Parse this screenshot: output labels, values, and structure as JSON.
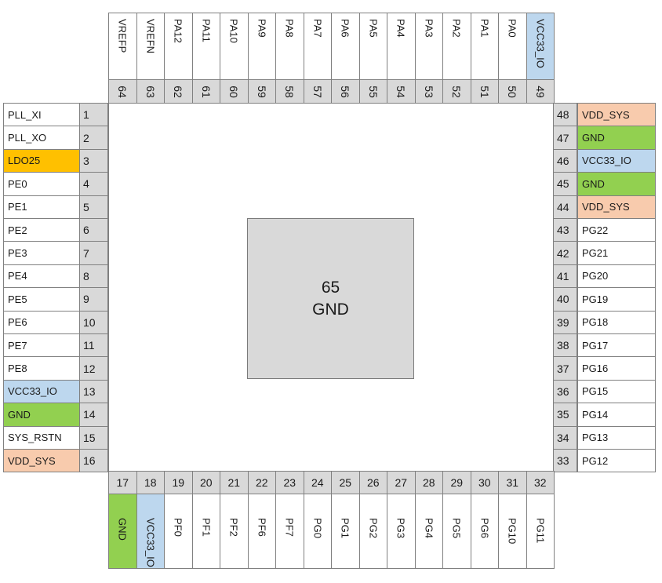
{
  "colors": {
    "gnd": "#92d050",
    "vcc33_io": "#bdd7ee",
    "vdd_sys": "#f8cbad",
    "ldo25": "#ffc000",
    "number_cell": "#d9d9d9",
    "pad": "#d9d9d9"
  },
  "center_pad": {
    "number": "65",
    "name": "GND"
  },
  "left_pins": [
    {
      "num": "1",
      "name": "PLL_XI",
      "kind": "none"
    },
    {
      "num": "2",
      "name": "PLL_XO",
      "kind": "none"
    },
    {
      "num": "3",
      "name": "LDO25",
      "kind": "ldo25"
    },
    {
      "num": "4",
      "name": "PE0",
      "kind": "none"
    },
    {
      "num": "5",
      "name": "PE1",
      "kind": "none"
    },
    {
      "num": "6",
      "name": "PE2",
      "kind": "none"
    },
    {
      "num": "7",
      "name": "PE3",
      "kind": "none"
    },
    {
      "num": "8",
      "name": "PE4",
      "kind": "none"
    },
    {
      "num": "9",
      "name": "PE5",
      "kind": "none"
    },
    {
      "num": "10",
      "name": "PE6",
      "kind": "none"
    },
    {
      "num": "11",
      "name": "PE7",
      "kind": "none"
    },
    {
      "num": "12",
      "name": "PE8",
      "kind": "none"
    },
    {
      "num": "13",
      "name": "VCC33_IO",
      "kind": "vcc33_io"
    },
    {
      "num": "14",
      "name": "GND",
      "kind": "gnd"
    },
    {
      "num": "15",
      "name": "SYS_RSTN",
      "kind": "none"
    },
    {
      "num": "16",
      "name": "VDD_SYS",
      "kind": "vdd_sys"
    }
  ],
  "right_pins": [
    {
      "num": "48",
      "name": "VDD_SYS",
      "kind": "vdd_sys"
    },
    {
      "num": "47",
      "name": "GND",
      "kind": "gnd"
    },
    {
      "num": "46",
      "name": "VCC33_IO",
      "kind": "vcc33_io"
    },
    {
      "num": "45",
      "name": "GND",
      "kind": "gnd"
    },
    {
      "num": "44",
      "name": "VDD_SYS",
      "kind": "vdd_sys"
    },
    {
      "num": "43",
      "name": "PG22",
      "kind": "none"
    },
    {
      "num": "42",
      "name": "PG21",
      "kind": "none"
    },
    {
      "num": "41",
      "name": "PG20",
      "kind": "none"
    },
    {
      "num": "40",
      "name": "PG19",
      "kind": "none"
    },
    {
      "num": "39",
      "name": "PG18",
      "kind": "none"
    },
    {
      "num": "38",
      "name": "PG17",
      "kind": "none"
    },
    {
      "num": "37",
      "name": "PG16",
      "kind": "none"
    },
    {
      "num": "36",
      "name": "PG15",
      "kind": "none"
    },
    {
      "num": "35",
      "name": "PG14",
      "kind": "none"
    },
    {
      "num": "34",
      "name": "PG13",
      "kind": "none"
    },
    {
      "num": "33",
      "name": "PG12",
      "kind": "none"
    }
  ],
  "top_pins": [
    {
      "num": "64",
      "name": "VREFP",
      "kind": "none"
    },
    {
      "num": "63",
      "name": "VREFN",
      "kind": "none"
    },
    {
      "num": "62",
      "name": "PA12",
      "kind": "none"
    },
    {
      "num": "61",
      "name": "PA11",
      "kind": "none"
    },
    {
      "num": "60",
      "name": "PA10",
      "kind": "none"
    },
    {
      "num": "59",
      "name": "PA9",
      "kind": "none"
    },
    {
      "num": "58",
      "name": "PA8",
      "kind": "none"
    },
    {
      "num": "57",
      "name": "PA7",
      "kind": "none"
    },
    {
      "num": "56",
      "name": "PA6",
      "kind": "none"
    },
    {
      "num": "55",
      "name": "PA5",
      "kind": "none"
    },
    {
      "num": "54",
      "name": "PA4",
      "kind": "none"
    },
    {
      "num": "53",
      "name": "PA3",
      "kind": "none"
    },
    {
      "num": "52",
      "name": "PA2",
      "kind": "none"
    },
    {
      "num": "51",
      "name": "PA1",
      "kind": "none"
    },
    {
      "num": "50",
      "name": "PA0",
      "kind": "none"
    },
    {
      "num": "49",
      "name": "VCC33_IO",
      "kind": "vcc33_io"
    }
  ],
  "bottom_pins": [
    {
      "num": "17",
      "name": "GND",
      "kind": "gnd"
    },
    {
      "num": "18",
      "name": "VCC33_IO",
      "kind": "vcc33_io"
    },
    {
      "num": "19",
      "name": "PF0",
      "kind": "none"
    },
    {
      "num": "20",
      "name": "PF1",
      "kind": "none"
    },
    {
      "num": "21",
      "name": "PF2",
      "kind": "none"
    },
    {
      "num": "22",
      "name": "PF6",
      "kind": "none"
    },
    {
      "num": "23",
      "name": "PF7",
      "kind": "none"
    },
    {
      "num": "24",
      "name": "PG0",
      "kind": "none"
    },
    {
      "num": "25",
      "name": "PG1",
      "kind": "none"
    },
    {
      "num": "26",
      "name": "PG2",
      "kind": "none"
    },
    {
      "num": "27",
      "name": "PG3",
      "kind": "none"
    },
    {
      "num": "28",
      "name": "PG4",
      "kind": "none"
    },
    {
      "num": "29",
      "name": "PG5",
      "kind": "none"
    },
    {
      "num": "30",
      "name": "PG6",
      "kind": "none"
    },
    {
      "num": "31",
      "name": "PG10",
      "kind": "none"
    },
    {
      "num": "32",
      "name": "PG11",
      "kind": "none"
    }
  ]
}
